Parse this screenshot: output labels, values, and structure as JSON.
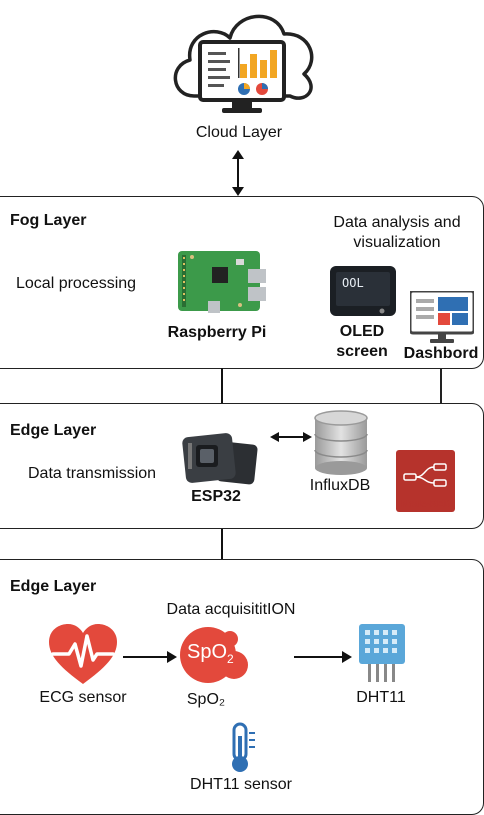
{
  "cloud": {
    "label": "Cloud Layer"
  },
  "fog": {
    "title": "Fog Layer",
    "left_text": "Local processing",
    "right_text_line1": "Data analysis and",
    "right_text_line2": "visualization",
    "rpi_label": "Raspberry Pi",
    "oled_label_line1": "OLED",
    "oled_label_line2": "screen",
    "oled_display": "OOL",
    "dashboard_label": "Dashbord"
  },
  "edge1": {
    "title": "Edge Layer",
    "left_text": "Data transmission",
    "esp_label": "ESP32",
    "db_label": "InfluxDB",
    "nodered_label": "Node-RED"
  },
  "edge2": {
    "title": "Edge Layer",
    "subtitle": "Data acquisititION",
    "ecg_label": "ECG sensor",
    "spo2_icon_text": "SpO",
    "spo2_icon_sub": "2",
    "spo2_label": "SpO₂",
    "dht_label": "DHT11",
    "dht_sensor_label": "DHT11 sensor"
  },
  "colors": {
    "heart": "#e3493c",
    "spo2": "#e3493c",
    "dht": "#5aa7d9",
    "thermo": "#2f6fb3",
    "pcb": "#3c9a4a",
    "nodered": "#b6332c"
  }
}
